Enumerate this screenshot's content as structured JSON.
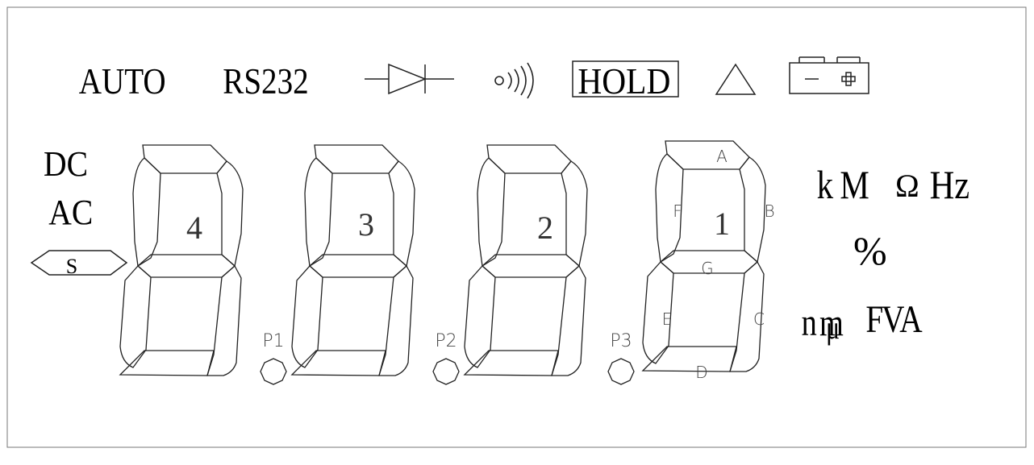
{
  "indicators": {
    "auto": "AUTO",
    "rs232": "RS232",
    "hold": "HOLD"
  },
  "modes": {
    "dc": "DC",
    "ac": "AC",
    "s": "S"
  },
  "icons": [
    "diode-icon",
    "continuity-sound-icon",
    "delta-triangle-icon",
    "battery-icon"
  ],
  "digits": [
    {
      "number": "4",
      "point": "P1"
    },
    {
      "number": "3",
      "point": "P2"
    },
    {
      "number": "2",
      "point": "P3"
    },
    {
      "number": "1",
      "segments": {
        "a": "A",
        "b": "B",
        "c": "C",
        "d": "D",
        "e": "E",
        "f": "F",
        "g": "G"
      }
    }
  ],
  "units": {
    "k": "k",
    "M": "M",
    "ohm": "Ω",
    "hz": "Hz",
    "percent": "%",
    "n": "n",
    "m": "m",
    "mu": "μ",
    "F": "F",
    "V": "V",
    "A": "A"
  },
  "colors": {
    "background": "#ffffff",
    "stroke": "#222222"
  }
}
